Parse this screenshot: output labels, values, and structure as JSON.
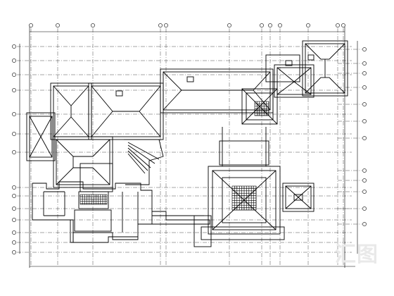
{
  "drawing": {
    "kind": "architectural roof plan",
    "line_color": "#000000",
    "background": "#ffffff",
    "grid_line_color": "#000000",
    "top_axis_count": 12,
    "left_axis_count": 14,
    "right_axis_count": 12
  },
  "watermark": {
    "text": "汇图",
    "color": "#e9e9e9"
  }
}
